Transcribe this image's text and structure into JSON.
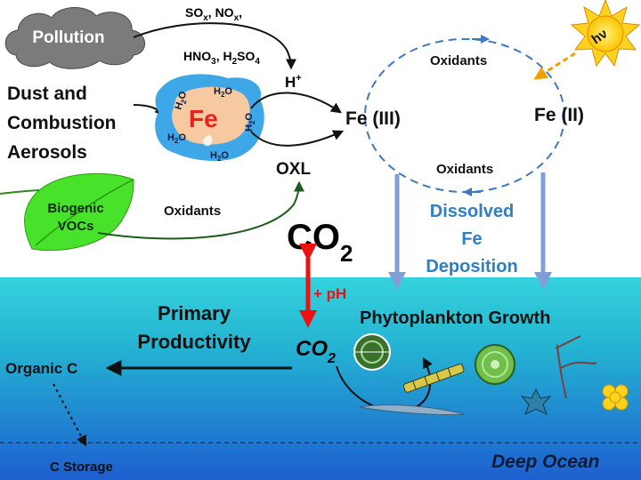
{
  "labels": {
    "pollution": "Pollution",
    "sox_nox": "SOx, NOx,",
    "acids": "HNO3, H2SO4",
    "h_plus": "H+",
    "dust_line1": "Dust and",
    "dust_line2": "Combustion",
    "dust_line3": "Aerosols",
    "fe": "Fe",
    "water": "H2O",
    "fe3": "Fe (III)",
    "fe2": "Fe (II)",
    "oxidants_top": "Oxidants",
    "oxidants_bottom": "Oxidants",
    "oxidants_voc": "Oxidants",
    "hv": "hν",
    "oxl": "OXL",
    "biogenic_line1": "Biogenic",
    "biogenic_line2": "VOCs",
    "co2_air": "CO2",
    "dissolved_line1": "Dissolved",
    "dissolved_line2": "Fe",
    "dissolved_line3": "Deposition",
    "ph": "+ pH",
    "primary_line1": "Primary",
    "primary_line2": "Productivity",
    "co2_ocean": "CO2",
    "phyto": "Phytoplankton Growth",
    "organic_c": "Organic C",
    "c_storage": "C Storage",
    "deep_ocean": "Deep Ocean"
  },
  "colors": {
    "ocean_top": "#2cc7d6",
    "ocean_bottom": "#1e62d0",
    "cloud": "#7b7b7b",
    "leaf": "#48e22a",
    "fe_red": "#e8241a",
    "blue_text": "#2f7fc4",
    "deposition_arrow": "#7f9fd6",
    "sun": "#ffd21f"
  }
}
